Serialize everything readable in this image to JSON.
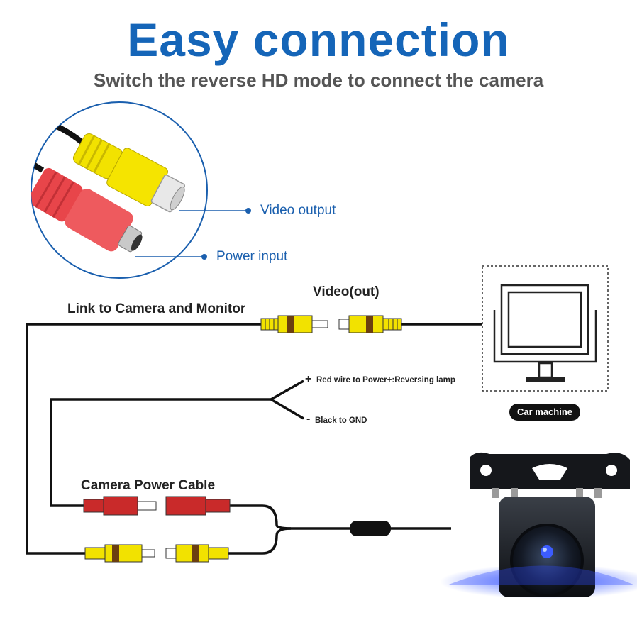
{
  "header": {
    "title": "Easy connection",
    "subtitle": "Switch the reverse HD mode to connect the camera"
  },
  "callouts": {
    "video_output": "Video output",
    "power_input": "Power input"
  },
  "diagram": {
    "video_out_label": "Video(out)",
    "link_label": "Link to Camera and Monitor",
    "red_wire_label": "Red wire to Power+:Reversing lamp",
    "black_wire_label": "Black to GND",
    "plus_sign": "+",
    "minus_sign": "-",
    "power_cable_label": "Camera Power Cable",
    "car_machine_label": "Car machine"
  },
  "colors": {
    "title": "#1565b8",
    "callout": "#1a5fae",
    "rca_yellow": "#f2e200",
    "power_red": "#cc2a2a",
    "cable": "#111111"
  }
}
